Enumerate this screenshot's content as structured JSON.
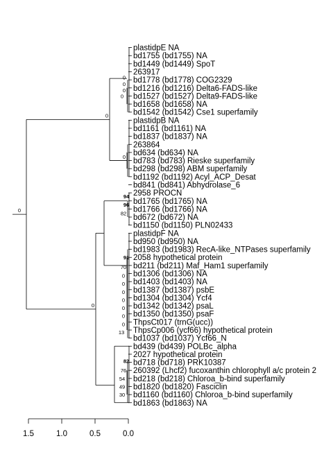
{
  "tree": {
    "leaves": [
      "plastidpE NA",
      "bd1755 (bd1755) NA",
      "bd1449 (bd1449) SpoT",
      "263917",
      "bd1778 (bd1778) COG2329",
      "bd1216 (bd1216) Delta6-FADS-like",
      "bd1527 (bd1527) Delta9-FADS-like",
      "bd1658 (bd1658) NA",
      "bd1542 (bd1542) Cse1 superfamily",
      "plastidpB NA",
      "bd1161 (bd1161) NA",
      "bd1837 (bd1837) NA",
      "263864",
      "bd634 (bd634) NA",
      "bd783 (bd783) Rieske superfamily",
      "bd298 (bd298) ABM superfamily",
      "bd1192 (bd1192) Acyl_ACP_Desat",
      "bd841 (bd841) Abhydrolase_6",
      "2958 PROCN",
      "bd1765 (bd1765) NA",
      "bd1766 (bd1766) NA",
      "bd672 (bd672) NA",
      "bd1150 (bd1150) PLN02433",
      "plastidpF NA",
      "bd950 (bd950) NA",
      "bd1983 (bd1983) RecA-like_NTPases superfamily",
      "2058 hypothetical protein",
      "bd211 (bd211) Maf_Ham1 superfamily",
      "bd1306 (bd1306) NA",
      "bd1403 (bd1403) NA",
      "bd1387 (bd1387) psbE",
      "bd1304 (bd1304) Ycf4",
      "bd1342 (bd1342) psaL",
      "bd1350 (bd1350) psaF",
      "ThpsCt017 (trnG(ucc))",
      "ThpsCp006 (ycf66) hypothetical protein",
      "bd1037 (bd1037) Ycf66_N",
      "bd439 (bd439) POLBc_alpha",
      "2027 hypothetical protein",
      "bd718 (bd718) PRK10387",
      "260392 (Lhcf2) fucoxanthin chlorophyll a/c protein 2",
      "bd218 (bd218) Chloroa_b-bind superfamily",
      "bd1820 (bd1820) Fasciclin",
      "bd1160 (bd1160) Chloroa_b-bind superfamily",
      "bd1863 (bd1863) NA"
    ],
    "branch_labels": [
      {
        "text": "0",
        "bold": false,
        "id": "root"
      },
      {
        "text": "0",
        "bold": false,
        "id": "upper"
      },
      {
        "text": "0",
        "bold": false,
        "id": "lowerbig"
      },
      {
        "text": "0",
        "bold": false,
        "id": "a1"
      },
      {
        "text": "0",
        "bold": false,
        "id": "a2"
      },
      {
        "text": "0",
        "bold": false,
        "id": "a3"
      },
      {
        "text": "0",
        "bold": false,
        "id": "a4"
      },
      {
        "text": "0",
        "bold": false,
        "id": "b1"
      },
      {
        "text": "94",
        "bold": true,
        "id": "c1"
      },
      {
        "text": "96",
        "bold": true,
        "id": "c2"
      },
      {
        "text": "82",
        "bold": false,
        "id": "c3"
      },
      {
        "text": "91",
        "bold": true,
        "id": "d1"
      },
      {
        "text": "70",
        "bold": false,
        "id": "d2"
      },
      {
        "text": "0",
        "bold": false,
        "id": "d3"
      },
      {
        "text": "0",
        "bold": false,
        "id": "d4"
      },
      {
        "text": "0",
        "bold": false,
        "id": "d5"
      },
      {
        "text": "0",
        "bold": false,
        "id": "d6"
      },
      {
        "text": "0",
        "bold": false,
        "id": "d7"
      },
      {
        "text": "0",
        "bold": false,
        "id": "d8"
      },
      {
        "text": "0",
        "bold": false,
        "id": "d9"
      },
      {
        "text": "13",
        "bold": false,
        "id": "d10"
      },
      {
        "text": "82",
        "bold": true,
        "id": "e1"
      },
      {
        "text": "76",
        "bold": false,
        "id": "e2"
      },
      {
        "text": "54",
        "bold": false,
        "id": "e3"
      },
      {
        "text": "49",
        "bold": false,
        "id": "e4"
      },
      {
        "text": "30",
        "bold": false,
        "id": "e5"
      }
    ]
  },
  "axis": {
    "ticks": [
      "1.5",
      "1.0",
      "0.5",
      "0.0"
    ]
  }
}
